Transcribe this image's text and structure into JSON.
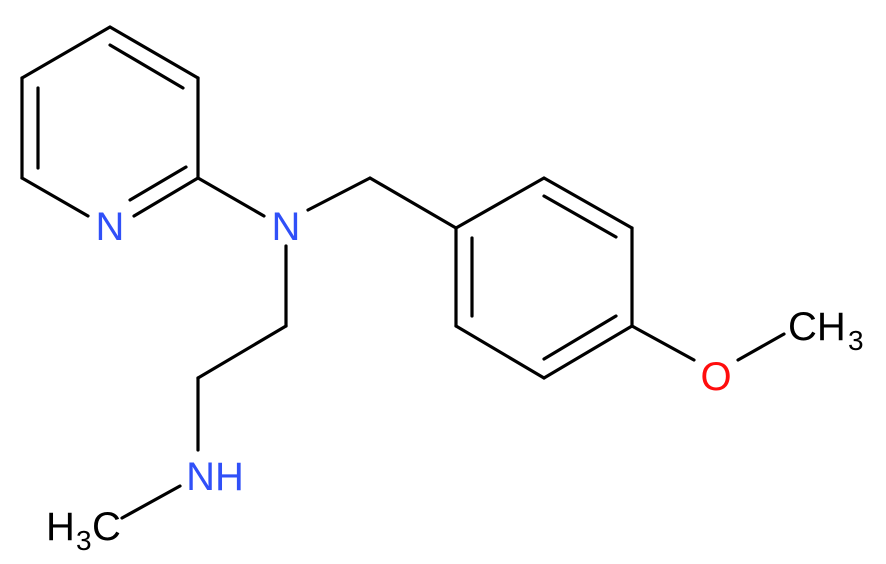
{
  "molecule": {
    "colors": {
      "bond": "#000000",
      "nitrogen": "#3050f8",
      "oxygen": "#ff0d0d",
      "carbon": "#000000"
    },
    "labels": {
      "pyridine_n": "N",
      "amine_n": "N",
      "nh": "NH",
      "methyl_h": "H",
      "methyl_h_sub": "3",
      "methyl_c": "C",
      "oxygen": "O",
      "methoxy_c": "CH",
      "methoxy_sub": "3"
    }
  }
}
